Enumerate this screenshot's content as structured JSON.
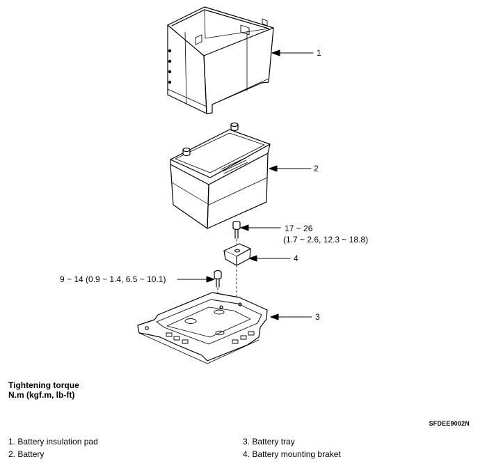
{
  "callouts": {
    "c1": "1",
    "c2": "2",
    "c3": "3",
    "c4": "4",
    "torque_bracket_line1": "17 ~ 26",
    "torque_bracket_line2": "(1.7 ~ 2.6, 12.3 ~ 18.8)",
    "torque_tray": "9 ~ 14 (0.9 ~ 1.4, 6.5 ~ 10.1)"
  },
  "torque_heading": {
    "title": "Tightening torque",
    "units": "N.m (kgf.m, lb-ft)"
  },
  "figure_code": "SFDEE9002N",
  "legend": [
    "1. Battery insulation pad",
    "2. Battery",
    "3. Battery tray",
    "4. Battery mounting braket"
  ]
}
